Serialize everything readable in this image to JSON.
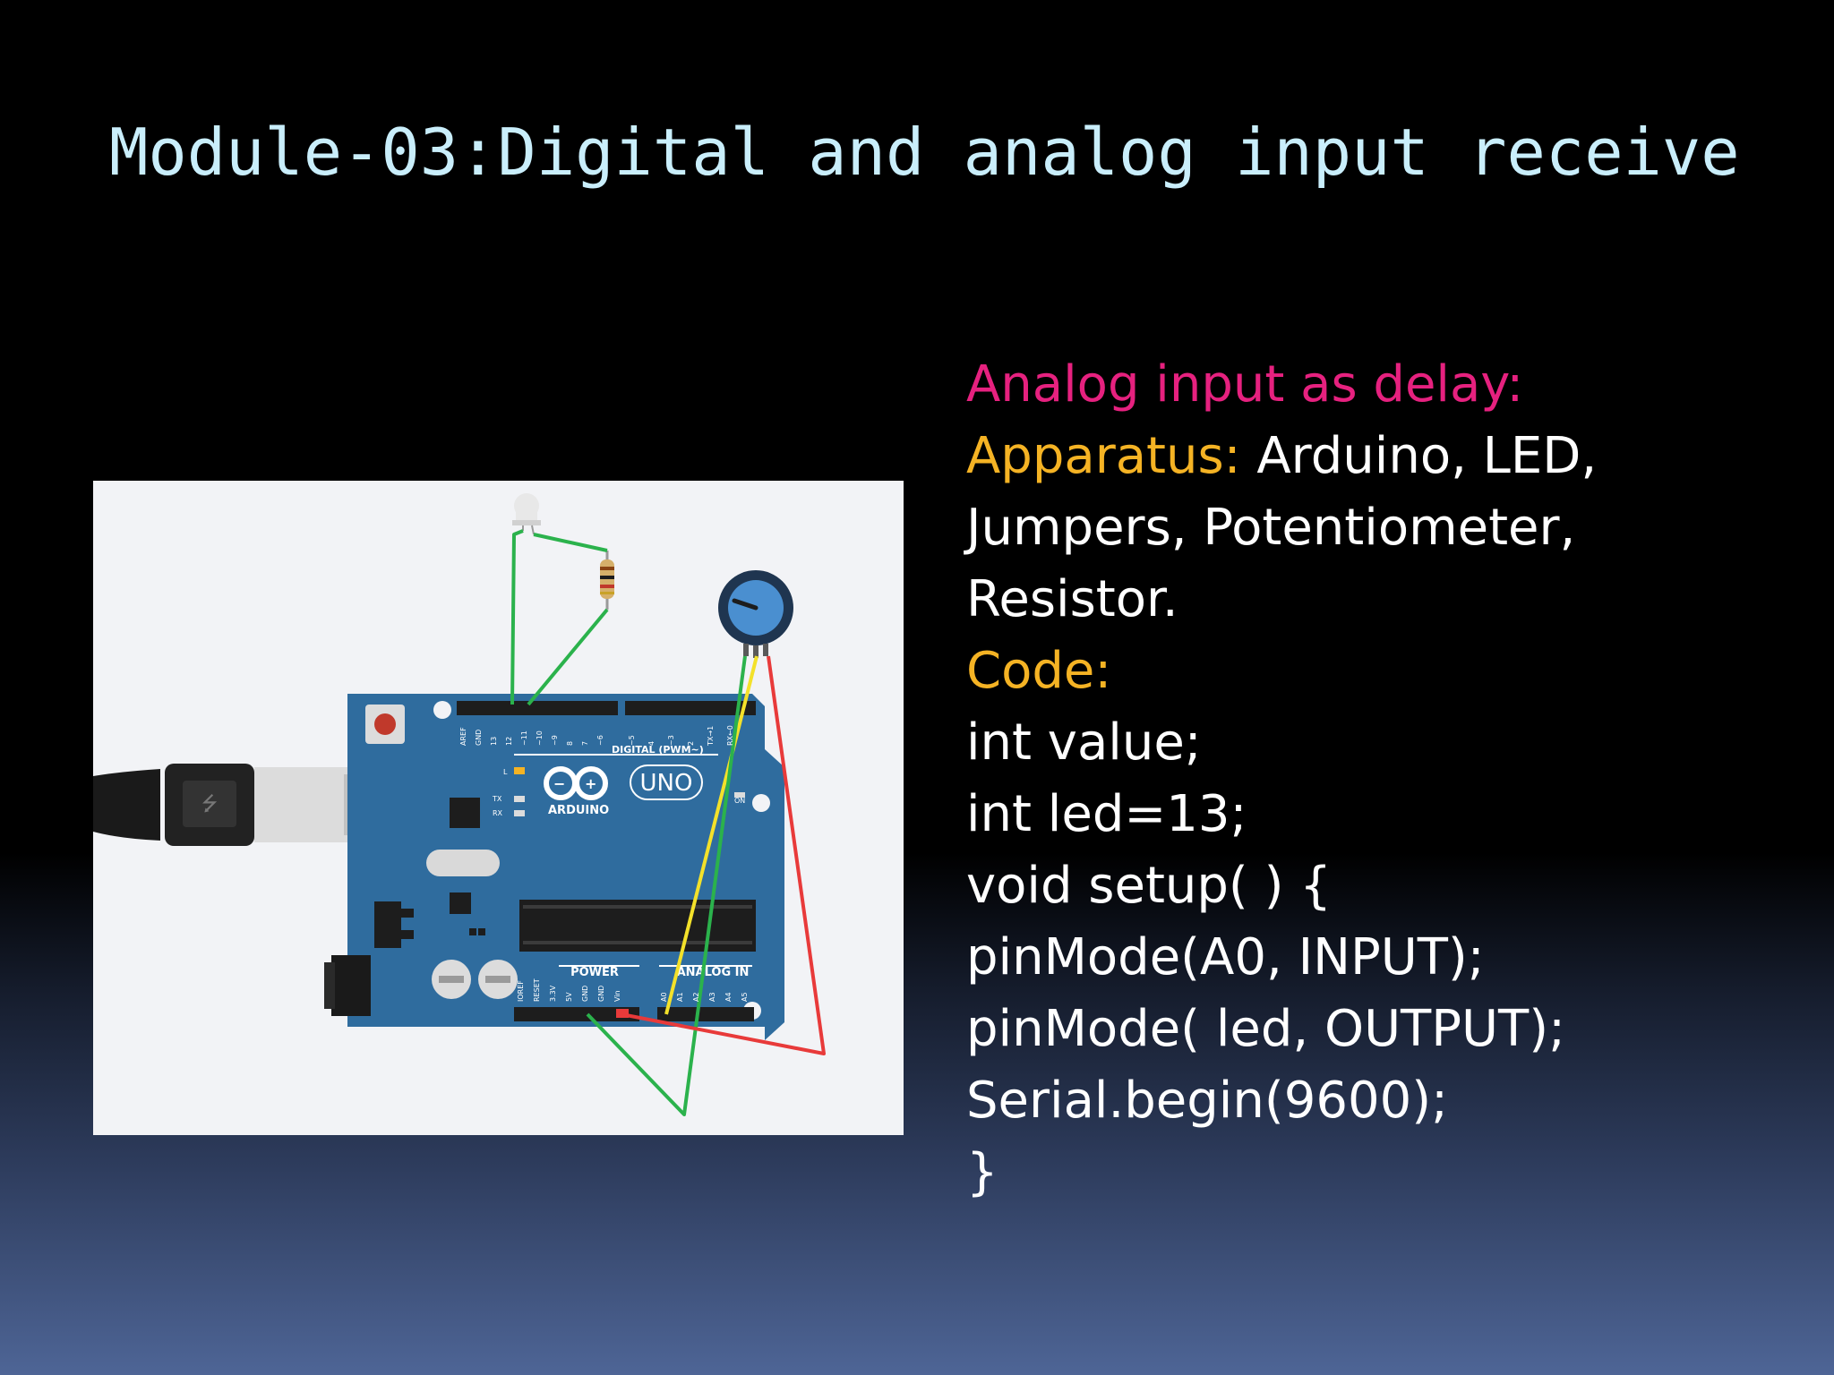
{
  "slide": {
    "title": "Module-03:Digital and analog input receive"
  },
  "colors": {
    "title": "#c9eefb",
    "heading": "#e6217f",
    "label": "#f5b324",
    "body": "#ffffff"
  },
  "content": {
    "heading": "Analog input as delay:",
    "apparatus_label": "Apparatus:",
    "apparatus_line1": "Arduino, LED,",
    "apparatus_line2": "Jumpers, Potentiometer,",
    "apparatus_line3": "Resistor.",
    "code_label": "Code:",
    "code_lines": [
      "int value;",
      "int led=13;",
      "void setup( ) {",
      "pinMode(A0, INPUT);",
      "pinMode( led, OUTPUT);",
      "Serial.begin(9600);",
      "}"
    ]
  },
  "figure": {
    "board_brand": "ARDUINO",
    "board_model": "UNO",
    "digital_header_label": "DIGITAL (PWM~)",
    "power_label": "POWER",
    "analog_label": "ANALOG IN",
    "on_label": "ON",
    "tx_label": "TX",
    "rx_label": "RX",
    "l_label": "L",
    "digital_pins": [
      "AREF",
      "GND",
      "13",
      "12",
      "~11",
      "~10",
      "~9",
      "8",
      "7",
      "~6",
      "~5",
      "4",
      "~3",
      "2",
      "TX→1",
      "RX←0"
    ],
    "power_pins": [
      "IOREF",
      "RESET",
      "3.3V",
      "5V",
      "GND",
      "GND",
      "Vin"
    ],
    "analog_pins": [
      "A0",
      "A1",
      "A2",
      "A3",
      "A4",
      "A5"
    ],
    "wire_colors": [
      "#2bb24c",
      "#e83a3a",
      "#f3e12a"
    ]
  }
}
